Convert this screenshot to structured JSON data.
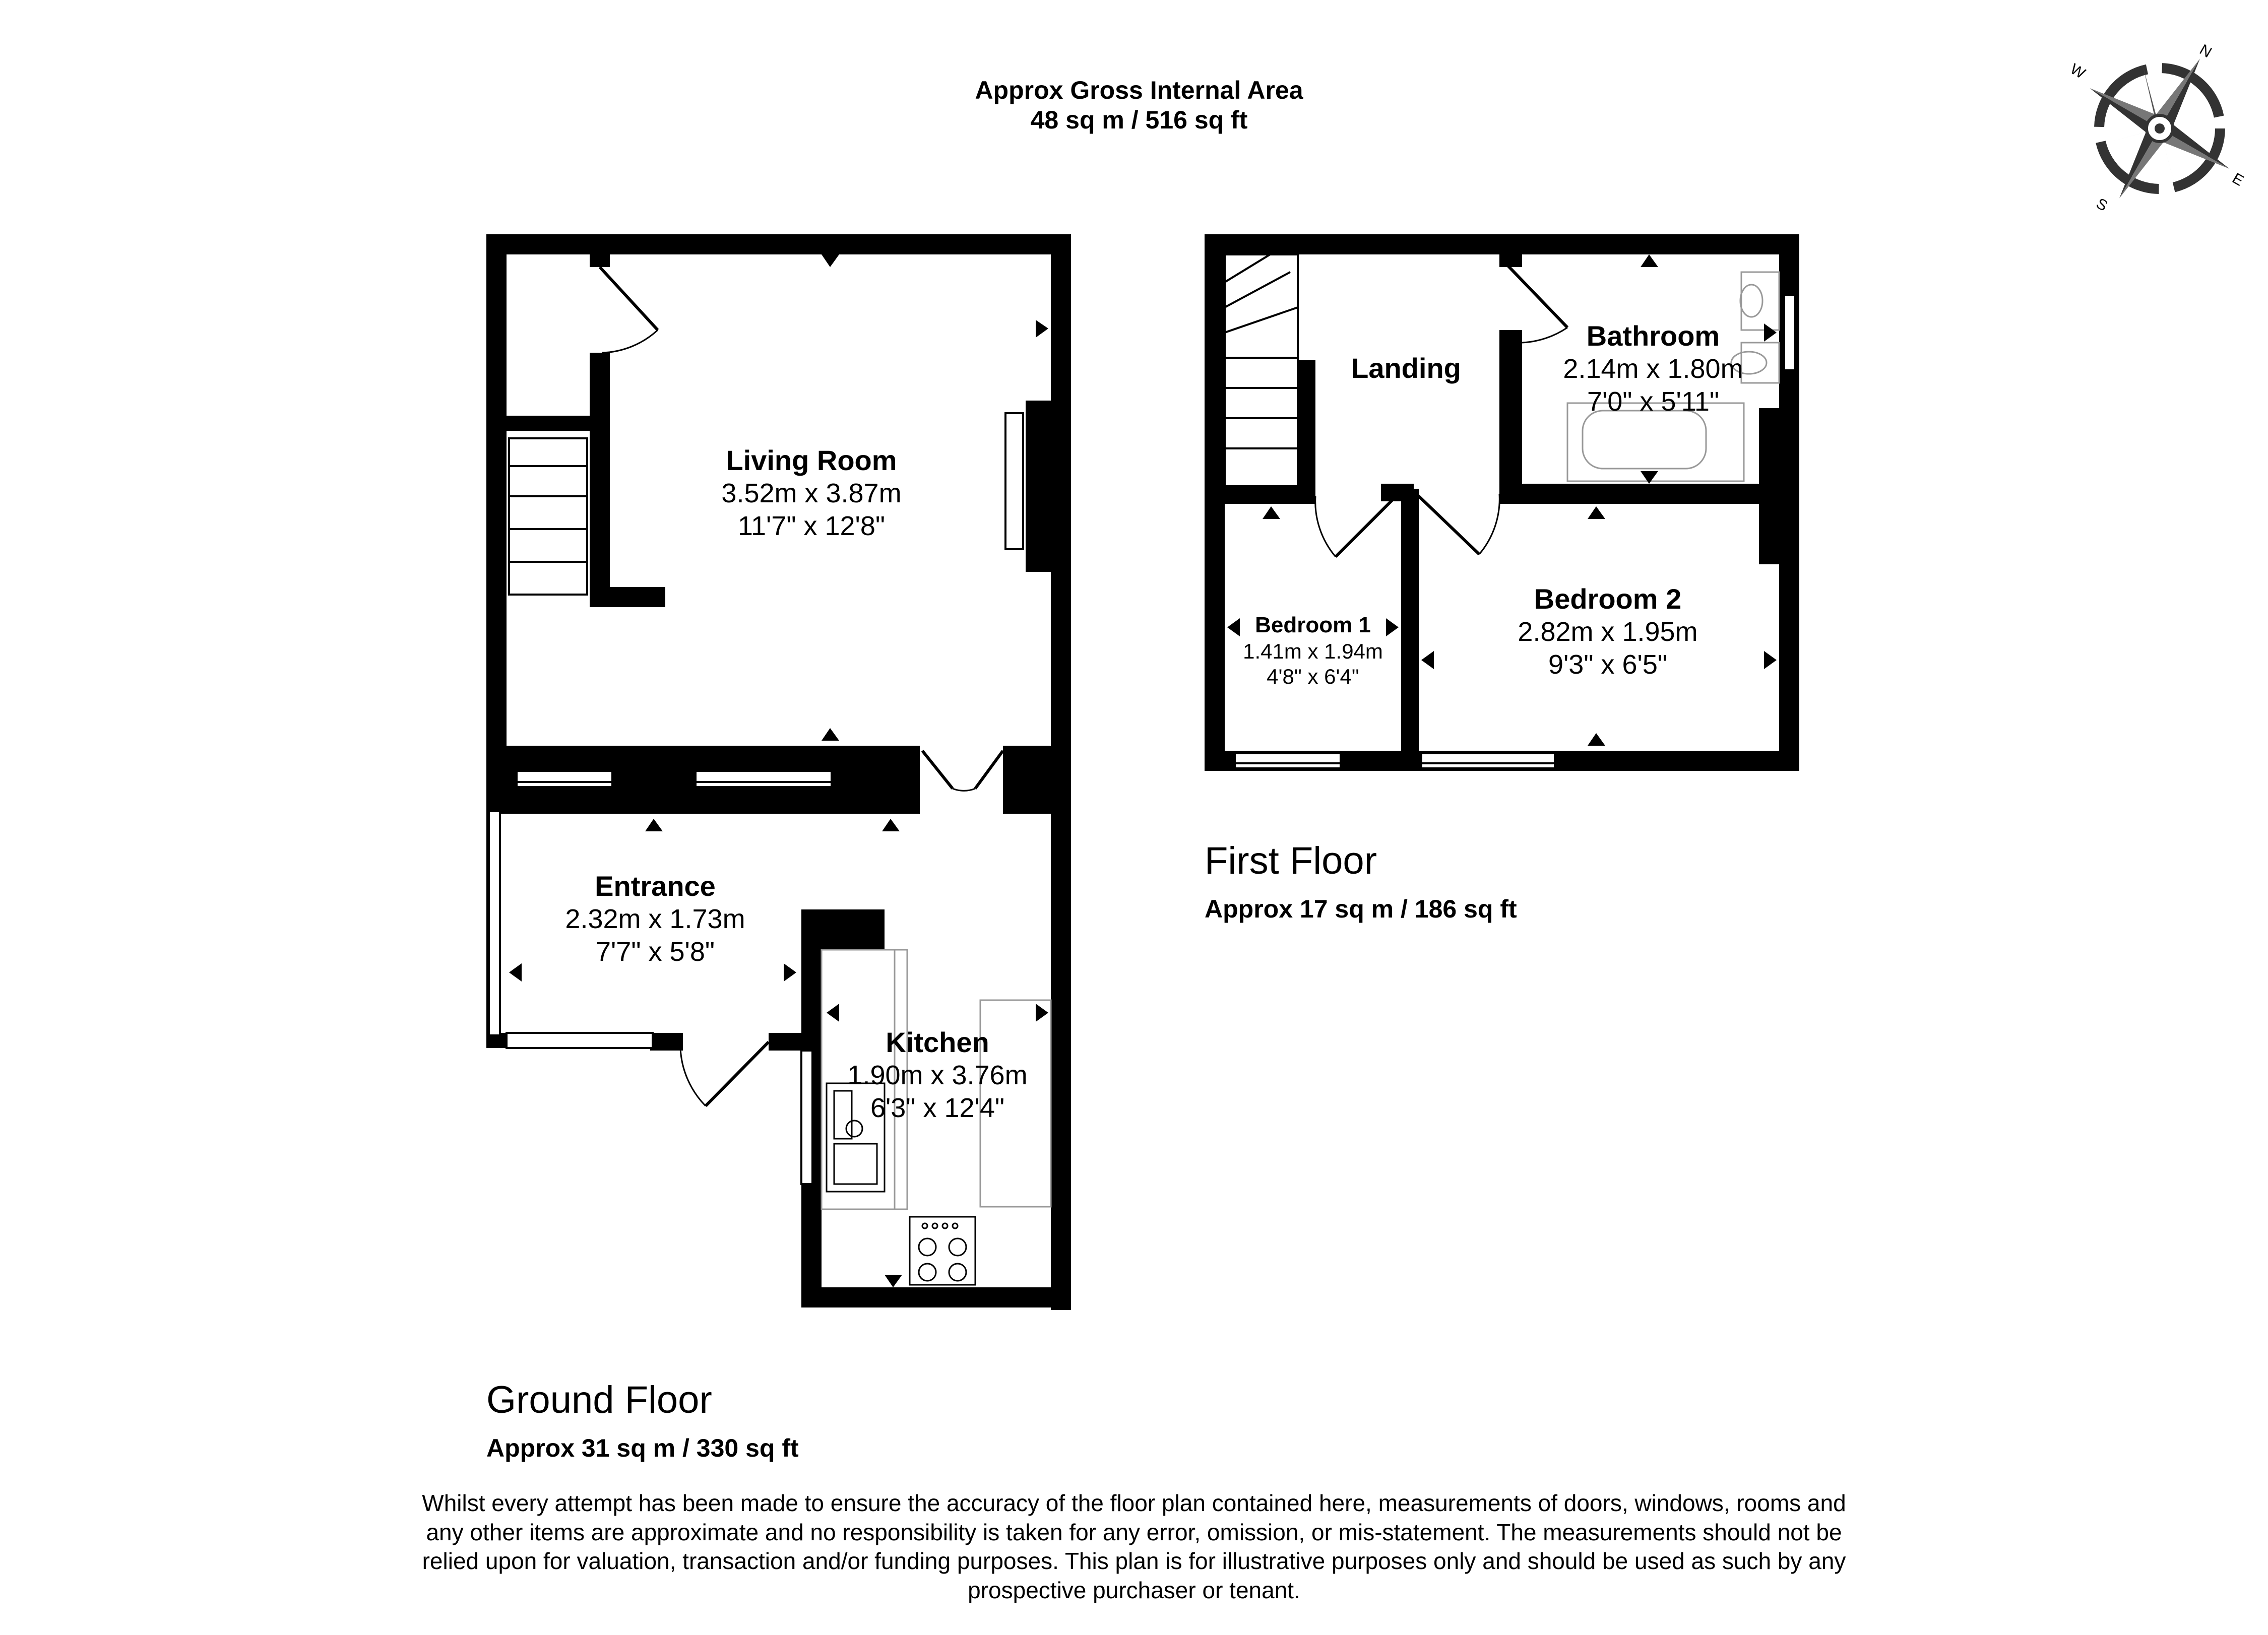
{
  "header": {
    "line1": "Approx Gross Internal Area",
    "line2": "48 sq m / 516 sq ft"
  },
  "compass": {
    "n": "N",
    "e": "E",
    "s": "S",
    "w": "W"
  },
  "ground_floor": {
    "name": "Ground Floor",
    "area": "Approx 31 sq m / 330 sq ft",
    "rooms": {
      "living_room": {
        "name": "Living Room",
        "metric": "3.52m x 3.87m",
        "imperial": "11'7\" x 12'8\""
      },
      "entrance": {
        "name": "Entrance",
        "metric": "2.32m x 1.73m",
        "imperial": "7'7\" x 5'8\""
      },
      "kitchen": {
        "name": "Kitchen",
        "metric": "1.90m x 3.76m",
        "imperial": "6'3\" x 12'4\""
      }
    }
  },
  "first_floor": {
    "name": "First Floor",
    "area": "Approx 17 sq m / 186 sq ft",
    "rooms": {
      "landing": {
        "name": "Landing"
      },
      "bathroom": {
        "name": "Bathroom",
        "metric": "2.14m x 1.80m",
        "imperial": "7'0\" x 5'11\""
      },
      "bedroom1": {
        "name": "Bedroom 1",
        "metric": "1.41m x 1.94m",
        "imperial": "4'8\" x 6'4\""
      },
      "bedroom2": {
        "name": "Bedroom 2",
        "metric": "2.82m x 1.95m",
        "imperial": "9'3\" x 6'5\""
      }
    }
  },
  "disclaimer": {
    "line1": "Whilst every attempt has been made to ensure the accuracy of the floor plan contained here, measurements of doors, windows, rooms and",
    "line2": "any other items are approximate and no responsibility is taken for any error, omission, or mis-statement. The measurements should not be",
    "line3": "relied upon for valuation, transaction and/or funding purposes. This plan is for illustrative purposes only and should be used as such by any",
    "line4": "prospective purchaser or tenant."
  }
}
